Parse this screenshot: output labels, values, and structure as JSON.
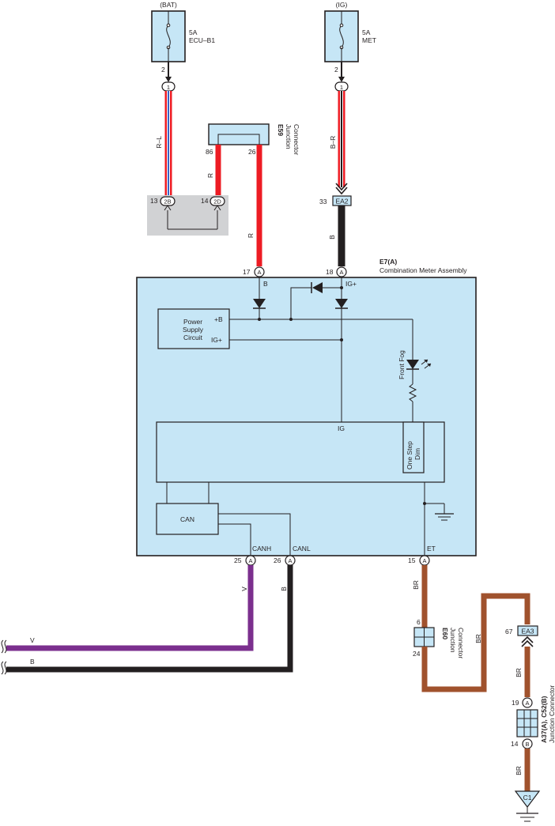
{
  "colors": {
    "meter_fill": "#c6e6f6",
    "gray_area": "#d1d2d4",
    "wire_red": "#ed1c24",
    "wire_black": "#231f20",
    "wire_violet": "#7b2f8e",
    "wire_brown": "#a0522d",
    "wire_blue_stripe": "#3a64c8"
  },
  "fuses": {
    "bat": {
      "source": "(BAT)",
      "rating": "5A",
      "name": "ECU–B1",
      "pin": "2",
      "conn": "1"
    },
    "ig": {
      "source": "(IG)",
      "rating": "5A",
      "name": "MET",
      "pin": "2",
      "conn": "1"
    }
  },
  "wires": {
    "rl": "R–L",
    "r1": "R",
    "r2": "R",
    "br_ig": "B–R",
    "b_ig": "B",
    "v": "V",
    "b_canl": "B",
    "v_left": "V",
    "b_left": "B",
    "br1": "BR",
    "br2": "BR",
    "br3": "BR",
    "br4": "BR"
  },
  "e59": {
    "code": "E59",
    "line1": "Junction",
    "line2": "Connector",
    "pin_left": "86",
    "pin_right": "26"
  },
  "gray_connectors": {
    "c1_num": "13",
    "c1_label": "2B",
    "c2_num": "14",
    "c2_label": "2D"
  },
  "ea2": {
    "num": "33",
    "label": "EA2"
  },
  "meter": {
    "code": "E7(A)",
    "name": "Combination Meter Assembly",
    "pin17": "17",
    "pin18": "18",
    "pin25": "25",
    "pin26": "26",
    "pin15": "15",
    "pin_letter": "A",
    "label_b": "B",
    "label_igplus": "IG+",
    "psc_line1": "Power",
    "psc_line2": "Supply",
    "psc_line3": "Circuit",
    "psc_plus_b": "+B",
    "psc_igplus": "IG+",
    "front_fog": "Front Fog",
    "label_ig": "IG",
    "one_step_line1": "One Step",
    "one_step_line2": "Dim",
    "can": "CAN",
    "canh": "CANH",
    "canl": "CANL",
    "et": "ET"
  },
  "e60": {
    "code": "E60",
    "line1": "Junction",
    "line2": "Connector",
    "pin_top": "6",
    "pin_bottom": "24"
  },
  "ea3": {
    "num": "67",
    "label": "EA3"
  },
  "a37": {
    "code": "A37(A), C52(B)",
    "line1": "Junction Connector",
    "pin_top": "19",
    "letter_top": "A",
    "pin_bottom": "14",
    "letter_bottom": "B"
  },
  "ground": {
    "label": "C1"
  }
}
